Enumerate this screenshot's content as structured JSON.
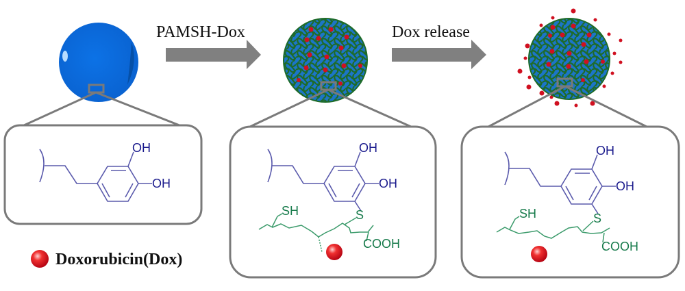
{
  "diagram": {
    "title": "PAMSH-Dox loading and release schematic",
    "steps": [
      {
        "arrow_label": "PAMSH-Dox"
      },
      {
        "arrow_label": "Dox release"
      }
    ],
    "panels": [
      {
        "name": "bare-particle",
        "groups": {
          "oh_top": "OH",
          "oh_right": "OH"
        }
      },
      {
        "name": "loaded-particle",
        "groups": {
          "oh_top": "OH",
          "oh_right": "OH",
          "thiol": "SH",
          "sulfur": "S",
          "acid": "COOH"
        }
      },
      {
        "name": "released-particle",
        "groups": {
          "oh_top": "OH",
          "oh_right": "OH",
          "thiol": "SH",
          "sulfur": "S",
          "acid": "COOH"
        }
      }
    ],
    "legend": {
      "label": "Doxorubicin(Dox)"
    },
    "colors": {
      "particle": "#0a6fe0",
      "polymer": "#1e6b2a",
      "dox": "#e0141e",
      "arrow": "#808080",
      "catechol": "#5050a8",
      "chain": "#3a9a6a"
    }
  }
}
